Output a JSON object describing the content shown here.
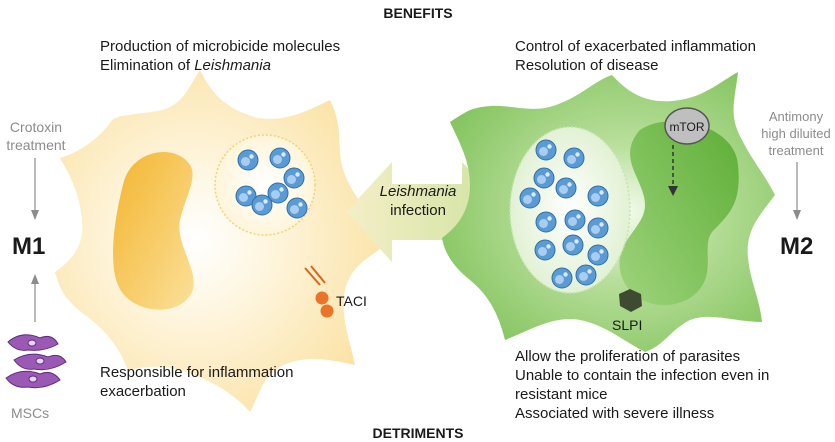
{
  "header": {
    "benefits": "BENEFITS",
    "detriments": "DETRIMENTS"
  },
  "m1": {
    "label": "M1",
    "benefit_1": "Production of microbicide molecules",
    "benefit_2_prefix": "Elimination of ",
    "benefit_2_italic": "Leishmania",
    "detriment_1": "Responsible for inflammation",
    "detriment_2": "exacerbation",
    "receptor": "TACI",
    "inducer_1": "Crotoxin",
    "inducer_2": "treatment",
    "cells": "MSCs"
  },
  "center": {
    "line_1": "Leishmania",
    "line_2": "infection"
  },
  "m2": {
    "label": "M2",
    "benefit_1": "Control of exacerbated inflammation",
    "benefit_2": "Resolution of disease",
    "detriment_1": "Allow the proliferation of parasites",
    "detriment_2": "Unable to contain the infection even in",
    "detriment_3": "resistant mice",
    "detriment_4": "Associated with severe illness",
    "kinase": "mTOR",
    "secreted": "SLPI",
    "inducer_1": "Antimony",
    "inducer_2": "high diluited",
    "inducer_3": "treatment"
  },
  "colors": {
    "m1_cell": "#fde9b8",
    "m1_nucleus": "#f6c143",
    "m2_cell": "#9fd27b",
    "m2_nucleus": "#74bd4c",
    "parasite": "#5b9bd5",
    "arrow": "#e3eaa9",
    "mtor": "#bfbfbf",
    "slpi": "#3f4a33",
    "taci": "#e9742a",
    "mscs": "#9b59b6"
  }
}
